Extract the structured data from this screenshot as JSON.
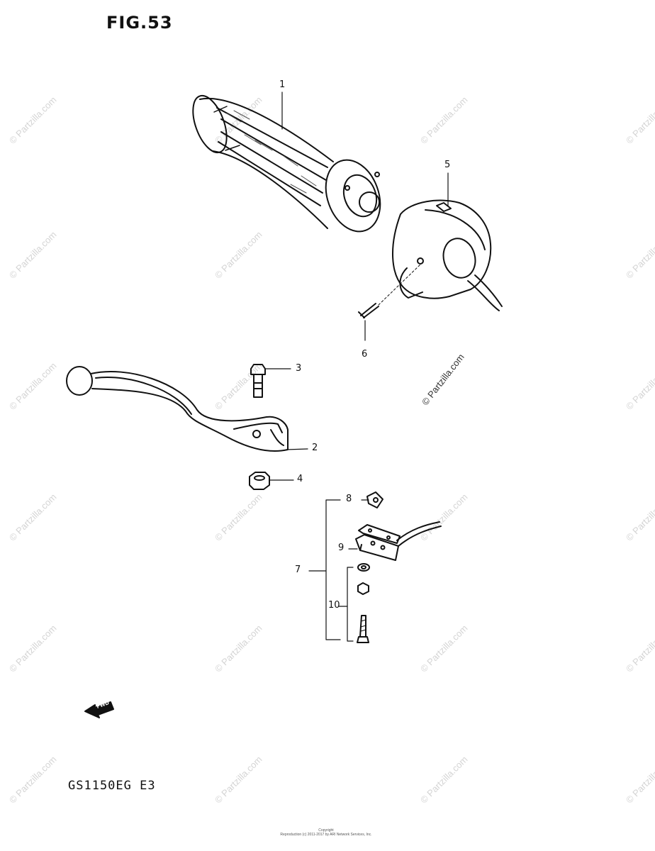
{
  "figure_title": "FIG.53",
  "model_code": "GS1150EG E3",
  "watermark_text": "© Partzilla.com",
  "watermark_main": "© Partzilla.com",
  "copyright_text": "Copyright\nReproduction (c) 2011-2017 by ARI Network Services, Inc.",
  "fwd_label": "FWD",
  "callouts": {
    "c1": "1",
    "c2": "2",
    "c3": "3",
    "c4": "4",
    "c5": "5",
    "c6": "6",
    "c7": "7",
    "c8": "8",
    "c9": "9",
    "c10": "10"
  },
  "colors": {
    "line": "#111111",
    "watermark": "#d4d4d4"
  }
}
